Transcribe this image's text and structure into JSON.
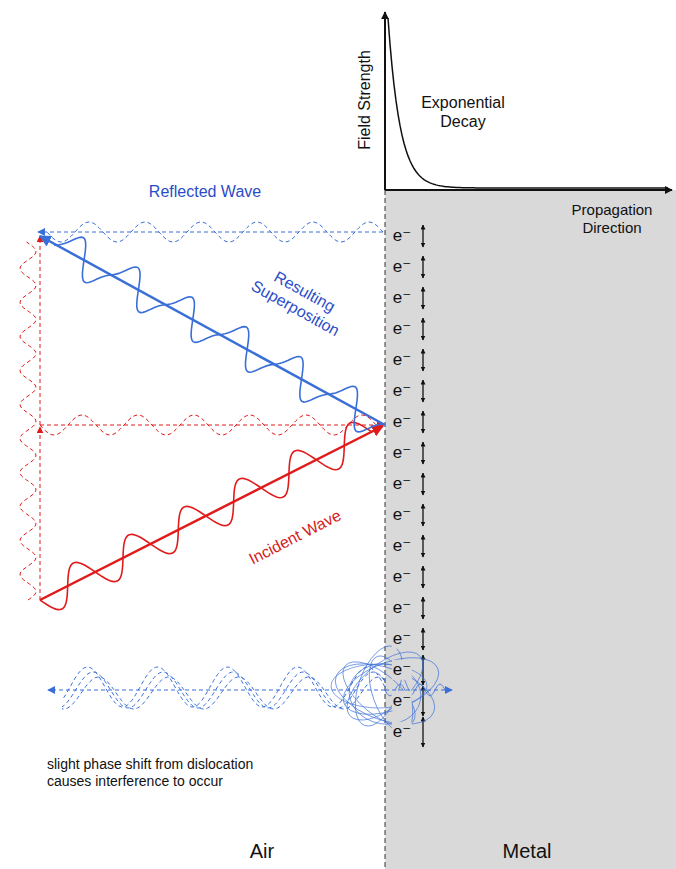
{
  "diagram": {
    "labels": [
      "Field Strength",
      "Exponential Decay",
      "Propagation Direction",
      "Reflected Wave",
      "Resulting Superposition",
      "Incident Wave",
      "e⁻",
      "e⁻",
      "e⁻",
      "e⁻",
      "e⁻",
      "e⁻",
      "e⁻",
      "e⁻",
      "e⁻",
      "e⁻",
      "e⁻",
      "e⁻",
      "e⁻",
      "e⁻",
      "e⁻",
      "e⁻",
      "e⁻",
      "slight phase shift from dislocation causes interference to occur",
      "Air",
      "Metal"
    ]
  }
}
